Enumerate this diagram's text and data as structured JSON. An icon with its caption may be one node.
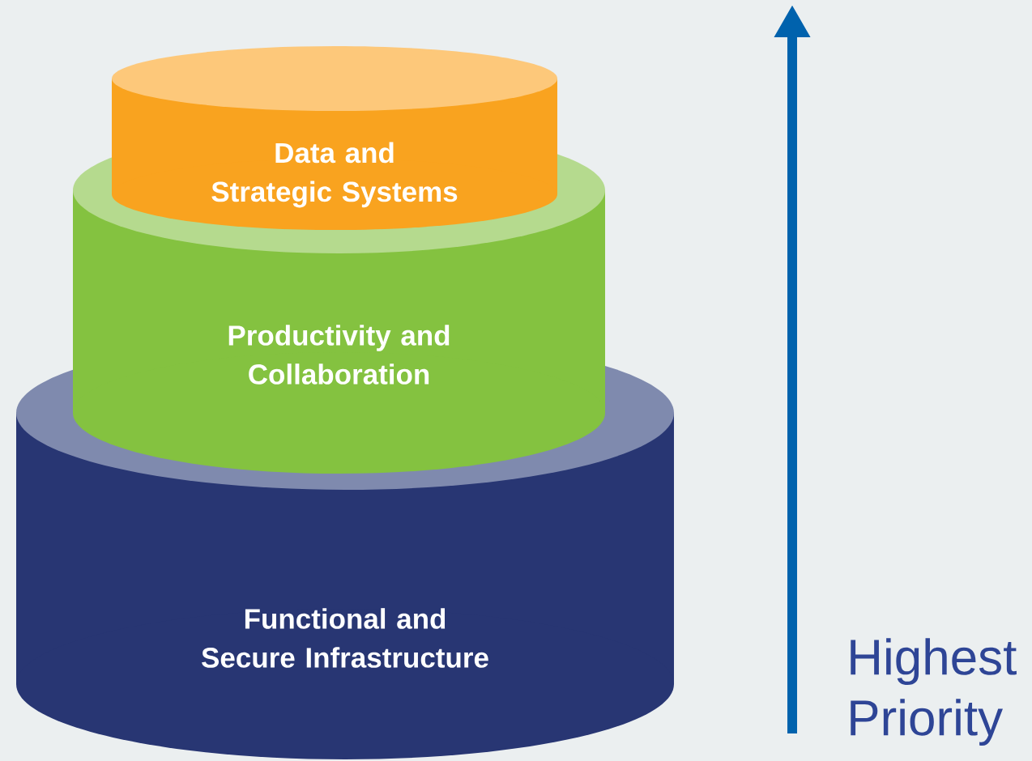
{
  "diagram": {
    "nodes": [
      {
        "text": [
          "Data and Strategic Systems"
        ]
      },
      {
        "text": [
          "Productivity and Collaboration"
        ]
      },
      {
        "text": [
          "Functional and Secure Infrastructure"
        ]
      }
    ],
    "labels": [
      "Highest Priority"
    ]
  }
}
